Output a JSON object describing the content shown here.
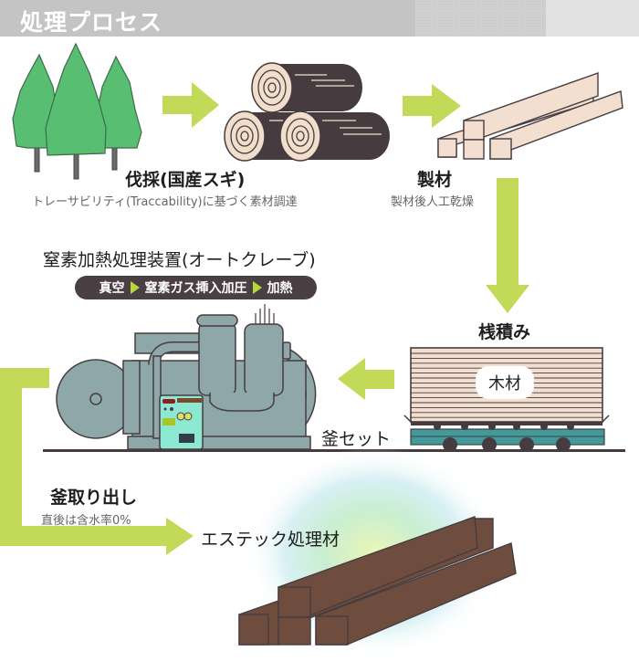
{
  "header": {
    "title": "処理プロセス"
  },
  "colors": {
    "arrow": "#c2da58",
    "tree": "#58bf72",
    "log": "#463c40",
    "log_ring": "#f1dfcc",
    "lumber": "#f2dfcf",
    "autoclave": "#8ea7a8",
    "cart": "#429a9b",
    "treated_lumber": "#6e4d3e",
    "pill": "#4a3f43"
  },
  "steps": {
    "harvest": {
      "label": "伐採(国産スギ)",
      "sub": "トレーサビリティ(Traccability)に基づく素材調達",
      "icon": "trees-icon"
    },
    "sawmill": {
      "label": "製材",
      "sub": "製材後人工乾燥",
      "icon": "lumber-icon"
    },
    "stacking": {
      "label": "桟積み",
      "tag": "木材",
      "icon": "wood-cart-icon"
    },
    "loading": {
      "label": "釜セット"
    },
    "autoclave": {
      "label": "窒素加熱処理装置(オートクレーブ)",
      "phases": [
        "真空",
        "窒素ガス挿入加圧",
        "加熱"
      ],
      "icon": "autoclave-icon"
    },
    "unloading": {
      "label": "釜取り出し",
      "sub": "直後は含水率0%"
    },
    "result": {
      "label": "エステック処理材",
      "icon": "treated-lumber-icon"
    }
  }
}
